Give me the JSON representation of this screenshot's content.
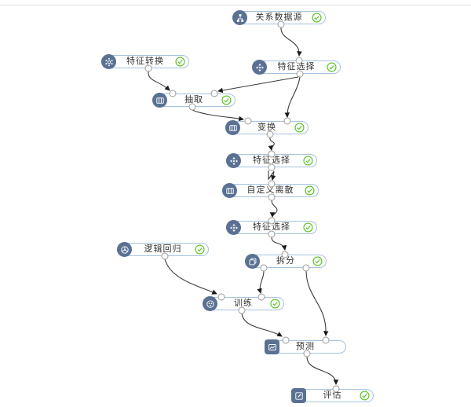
{
  "app": {
    "view": "ml-pipeline-canvas"
  },
  "colors": {
    "icon_background": "#5a7193",
    "node_border": "#a6c3de",
    "node_background": "#ffffff",
    "label_text": "#333333",
    "status_success": "#52c41a",
    "connector": "#3c3c3c",
    "port_border": "#9b9b9b",
    "canvas_background": "#ffffff",
    "top_divider": "#e0e0e0"
  },
  "nodes": [
    {
      "id": "data-source",
      "label": "关系数据源",
      "icon": "hierarchy-icon",
      "status": "success"
    },
    {
      "id": "feature-transform",
      "label": "特征转换",
      "icon": "gear-icon",
      "status": "success"
    },
    {
      "id": "feature-select-1",
      "label": "特征选择",
      "icon": "arrows-icon",
      "status": "success"
    },
    {
      "id": "extract",
      "label": "抽取",
      "icon": "table-icon",
      "status": "success"
    },
    {
      "id": "transform",
      "label": "变换",
      "icon": "table-icon",
      "status": "success"
    },
    {
      "id": "feature-select-2",
      "label": "特征选择",
      "icon": "arrows-icon",
      "status": "success"
    },
    {
      "id": "custom-discretize",
      "label": "自定义离散",
      "icon": "table-icon",
      "status": "success"
    },
    {
      "id": "feature-select-3",
      "label": "特征选择",
      "icon": "arrows-icon",
      "status": "success"
    },
    {
      "id": "logistic-regression",
      "label": "逻辑回归",
      "icon": "wheel-icon",
      "status": "success"
    },
    {
      "id": "split",
      "label": "拆分",
      "icon": "copy-icon",
      "status": "success"
    },
    {
      "id": "train",
      "label": "训练",
      "icon": "train-icon",
      "status": "success"
    },
    {
      "id": "predict",
      "label": "预测",
      "icon": "chart-icon",
      "status": "none"
    },
    {
      "id": "evaluate",
      "label": "评估",
      "icon": "edit-icon",
      "status": "success"
    }
  ],
  "connections": [
    {
      "from": "data-source",
      "to": "feature-select-1"
    },
    {
      "from": "feature-transform",
      "to": "extract"
    },
    {
      "from": "feature-select-1",
      "to": "extract"
    },
    {
      "from": "feature-select-1",
      "to": "transform"
    },
    {
      "from": "extract",
      "to": "transform"
    },
    {
      "from": "transform",
      "to": "feature-select-2"
    },
    {
      "from": "feature-select-2",
      "to": "custom-discretize"
    },
    {
      "from": "custom-discretize",
      "to": "feature-select-3"
    },
    {
      "from": "feature-select-3",
      "to": "split"
    },
    {
      "from": "logistic-regression",
      "to": "train"
    },
    {
      "from": "split",
      "to": "train"
    },
    {
      "from": "split",
      "to": "predict"
    },
    {
      "from": "train",
      "to": "predict"
    },
    {
      "from": "predict",
      "to": "evaluate"
    }
  ]
}
